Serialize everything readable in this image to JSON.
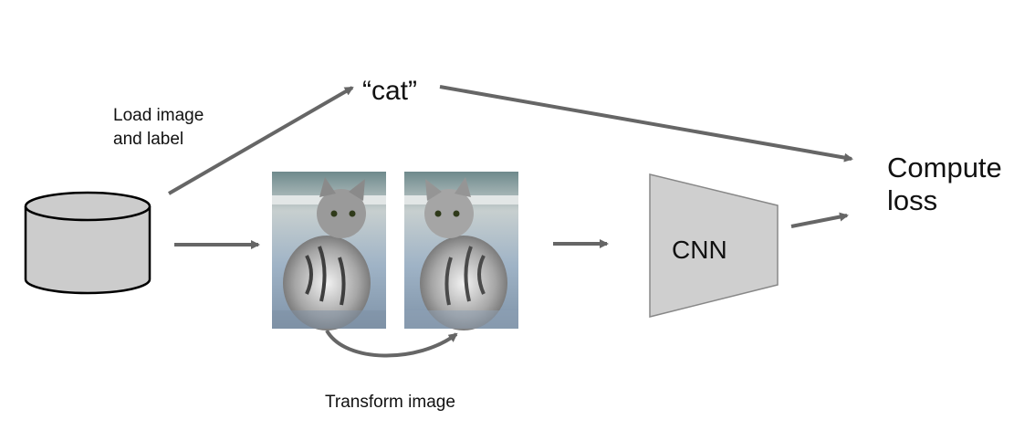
{
  "labels": {
    "load": "Load image\nand label",
    "cat": "“cat”",
    "compute": "Compute\nloss",
    "cnn": "CNN",
    "transform": "Transform image"
  },
  "colors": {
    "arrow": "#666666",
    "shape_fill": "#cccccc",
    "shape_stroke": "#000000",
    "cnn_fill": "#cfcfcf",
    "cnn_stroke": "#888888"
  },
  "icons": {
    "database": "database-icon",
    "cat_original": "cat-photo",
    "cat_flipped": "cat-photo-flipped"
  }
}
